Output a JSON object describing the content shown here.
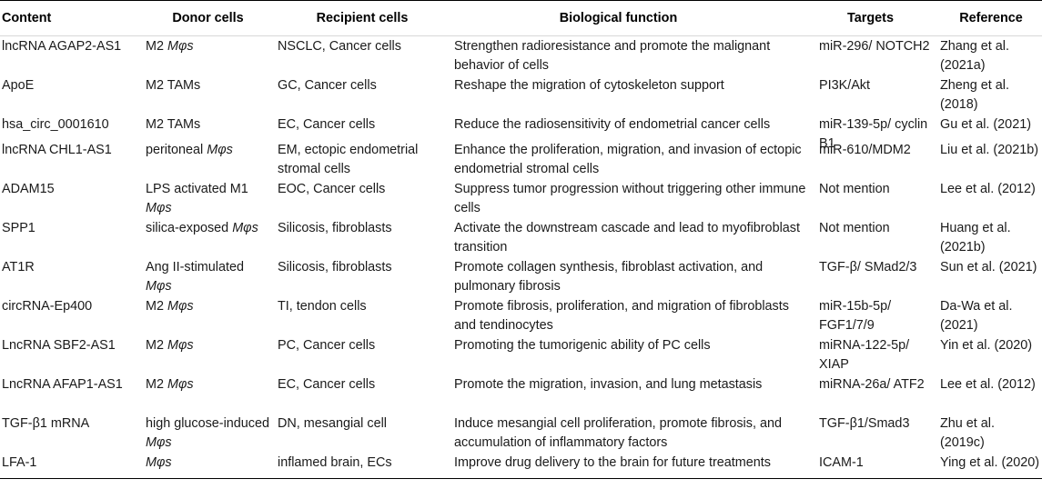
{
  "headers": [
    "Content",
    "Donor cells",
    "Recipient cells",
    "Biological function",
    "Targets",
    "Reference"
  ],
  "rows": [
    {
      "content": "lncRNA AGAP2-AS1",
      "donor_pre": "M2 ",
      "donor_it": "Mφs",
      "recipient": "NSCLC, Cancer cells",
      "function": "Strengthen radioresistance and promote the malignant behavior of cells",
      "targets": "miR-296/ NOTCH2",
      "reference": "Zhang et al. (2021a)"
    },
    {
      "content": "ApoE",
      "donor_pre": "M2 TAMs",
      "donor_it": "",
      "recipient": "GC, Cancer cells",
      "function": "Reshape the migration of cytoskeleton support",
      "targets": "PI3K/Akt",
      "reference": "Zheng et al. (2018)"
    },
    {
      "content": "hsa_circ_0001610",
      "donor_pre": "M2 TAMs",
      "donor_it": "",
      "recipient": "EC, Cancer cells",
      "function": "Reduce the radiosensitivity of endometrial cancer cells",
      "targets": "miR-139-5p/ cyclin B1",
      "reference": "Gu et al. (2021)"
    },
    {
      "content": "lncRNA CHL1-AS1",
      "donor_pre": "peritoneal ",
      "donor_it": "Mφs",
      "recipient": "EM, ectopic endometrial stromal cells",
      "function": "Enhance the proliferation, migration, and invasion of ectopic endometrial stromal cells",
      "targets": "miR-610/MDM2",
      "reference": "Liu et al. (2021b)"
    },
    {
      "content": "ADAM15",
      "donor_pre": "LPS activated M1 ",
      "donor_it": "Mφs",
      "recipient": "EOC, Cancer cells",
      "function": "Suppress tumor progression without triggering other immune cells",
      "targets": "Not mention",
      "reference": "Lee et al. (2012)"
    },
    {
      "content": "SPP1",
      "donor_pre": "silica-exposed ",
      "donor_it": "Mφs",
      "recipient": "Silicosis, fibroblasts",
      "function": "Activate the downstream cascade and lead to myofibroblast transition",
      "targets": "Not mention",
      "reference": "Huang et al. (2021b)"
    },
    {
      "content": "AT1R",
      "donor_pre": "Ang II-stimulated ",
      "donor_it": "Mφs",
      "recipient": "Silicosis, fibroblasts",
      "function": "Promote collagen synthesis, fibroblast activation, and pulmonary fibrosis",
      "targets": "TGF-β/ SMad2/3",
      "reference": "Sun et al. (2021)"
    },
    {
      "content": "circRNA-Ep400",
      "donor_pre": "M2 ",
      "donor_it": "Mφs",
      "recipient": "TI, tendon cells",
      "function": "Promote fibrosis, proliferation, and migration of fibroblasts and tendinocytes",
      "targets": "miR-15b-5p/ FGF1/7/9",
      "reference": "Da-Wa et al. (2021)"
    },
    {
      "content": "LncRNA SBF2-AS1",
      "donor_pre": "M2 ",
      "donor_it": "Mφs",
      "recipient": "PC, Cancer cells",
      "function": "Promoting the tumorigenic ability of PC cells",
      "targets": "miRNA-122-5p/ XIAP",
      "reference": "Yin et al. (2020)"
    },
    {
      "content": "LncRNA AFAP1-AS1",
      "donor_pre": "M2 ",
      "donor_it": "Mφs",
      "recipient": "EC, Cancer cells",
      "function": "Promote the migration, invasion, and lung metastasis",
      "targets": "miRNA-26a/ ATF2",
      "reference": "Lee et al. (2012)"
    },
    {
      "content": "TGF-β1 mRNA",
      "donor_pre": "high glucose-induced ",
      "donor_it": "Mφs",
      "recipient": "DN, mesangial cell",
      "function": "Induce mesangial cell proliferation, promote fibrosis, and accumulation of inflammatory factors",
      "targets": "TGF-β1/Smad3",
      "reference": "Zhu et al. (2019c)"
    },
    {
      "content": "LFA-1",
      "donor_pre": "",
      "donor_it": "Mφs",
      "recipient": "inflamed brain, ECs",
      "function": "Improve drug delivery to the brain for future treatments",
      "targets": "ICAM-1",
      "reference": "Ying et al. (2020)"
    }
  ]
}
